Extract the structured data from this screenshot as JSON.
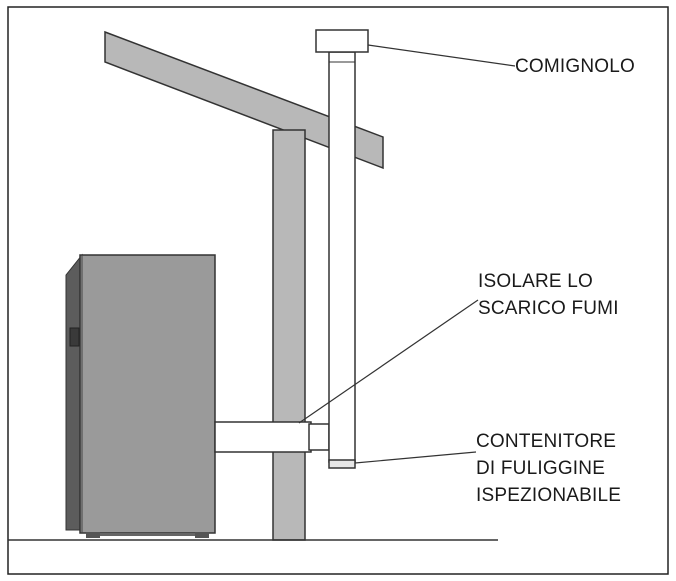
{
  "labels": {
    "comignolo": "COMIGNOLO",
    "isolare_1": "ISOLARE LO",
    "isolare_2": "SCARICO FUMI",
    "contenitore_1": "CONTENITORE",
    "contenitore_2": "DI FULIGGINE",
    "contenitore_3": "ISPEZIONABILE"
  },
  "colors": {
    "stove": "#9a9a9a",
    "stove_side": "#5c5c5c",
    "stove_dark": "#3a3a3a",
    "structure": "#b8b8b8",
    "pipe": "#ffffff",
    "line": "#333333",
    "frame": "#222222"
  }
}
